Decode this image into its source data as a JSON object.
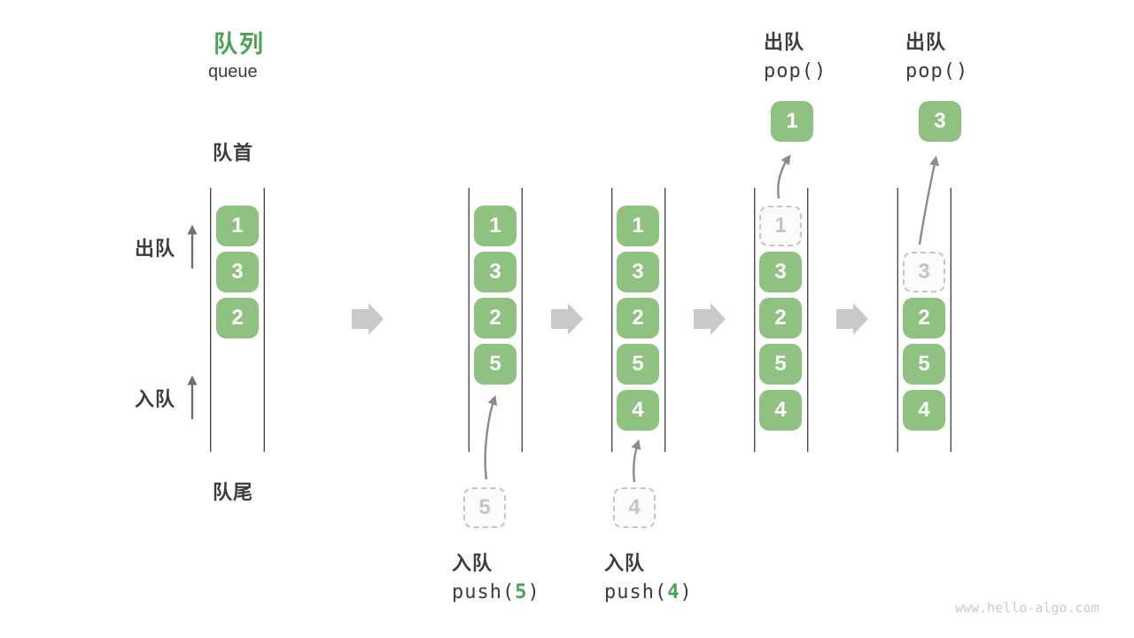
{
  "title": {
    "zh": "队列",
    "en": "queue"
  },
  "side_labels": {
    "front": "队首",
    "rear": "队尾",
    "dequeue": "出队",
    "enqueue": "入队"
  },
  "columns": [
    {
      "name": "state-initial",
      "slots": [
        {
          "value": "1",
          "style": "solid"
        },
        {
          "value": "3",
          "style": "solid"
        },
        {
          "value": "2",
          "style": "solid"
        }
      ]
    },
    {
      "name": "state-after-push5",
      "slots": [
        {
          "value": "1",
          "style": "solid"
        },
        {
          "value": "3",
          "style": "solid"
        },
        {
          "value": "2",
          "style": "solid"
        },
        {
          "value": "5",
          "style": "solid"
        }
      ],
      "incoming": {
        "value": "5",
        "style": "ghost"
      },
      "caption": {
        "zh": "入队",
        "code_pre": "push(",
        "arg": "5",
        "code_post": ")"
      }
    },
    {
      "name": "state-after-push4",
      "slots": [
        {
          "value": "1",
          "style": "solid"
        },
        {
          "value": "3",
          "style": "solid"
        },
        {
          "value": "2",
          "style": "solid"
        },
        {
          "value": "5",
          "style": "solid"
        },
        {
          "value": "4",
          "style": "solid"
        }
      ],
      "incoming": {
        "value": "4",
        "style": "ghost"
      },
      "caption": {
        "zh": "入队",
        "code_pre": "push(",
        "arg": "4",
        "code_post": ")"
      }
    },
    {
      "name": "state-after-pop1",
      "slots": [
        {
          "value": "1",
          "style": "ghost"
        },
        {
          "value": "3",
          "style": "solid"
        },
        {
          "value": "2",
          "style": "solid"
        },
        {
          "value": "5",
          "style": "solid"
        },
        {
          "value": "4",
          "style": "solid"
        }
      ],
      "popped": {
        "value": "1",
        "style": "solid"
      },
      "header": {
        "zh": "出队",
        "code": "pop()"
      }
    },
    {
      "name": "state-after-pop3",
      "slots": [
        {
          "value": "3",
          "style": "ghost"
        },
        {
          "value": "2",
          "style": "solid"
        },
        {
          "value": "5",
          "style": "solid"
        },
        {
          "value": "4",
          "style": "solid"
        }
      ],
      "popped": {
        "value": "3",
        "style": "solid"
      },
      "header": {
        "zh": "出队",
        "code": "pop()"
      }
    }
  ],
  "watermark": "www.hello-algo.com",
  "colors": {
    "box_green": "#8fc281",
    "title_green": "#4aa353",
    "arg_green": "#4aa353",
    "text_dark": "#3c3c3c",
    "line_color": "#4b4b4b",
    "block_arrow": "#c9c9c9",
    "side_arrow": "#6f6f6f",
    "curve_arrow": "#8b8b8b",
    "ghost_color": "#c5c5c5",
    "ghost_fill": "#fbfbfb",
    "watermark": "#cbcbcb"
  }
}
